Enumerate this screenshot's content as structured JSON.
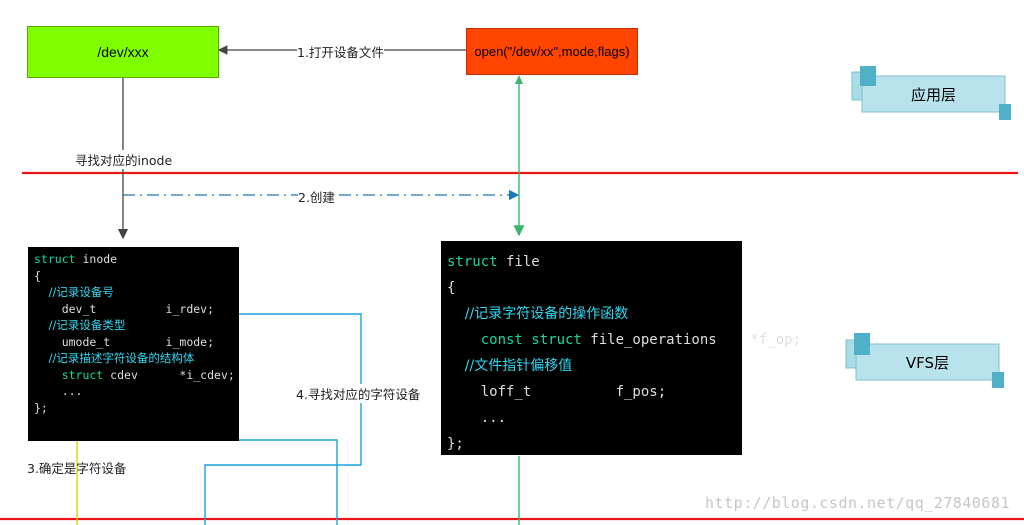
{
  "boxes": {
    "dev_node": "/dev/xxx",
    "open_call": "open(\"/dev/xx\",mode,flags)"
  },
  "labels": {
    "step1": "1.打开设备文件",
    "find_inode": "寻找对应的inode",
    "step2": "2.创建",
    "step3": "3.确定是字符设备",
    "step4": "4.寻找对应的字符设备"
  },
  "layers": {
    "app": "应用层",
    "vfs": "VFS层"
  },
  "inode_code": {
    "line1_kw": "struct",
    "line1_tx": " inode",
    "line2": "{",
    "line3": "    //记录设备号",
    "line4": "    dev_t          i_rdev;",
    "line5": "    //记录设备类型",
    "line6": "    umode_t        i_mode;",
    "line7": "    //记录描述字符设备的结构体",
    "line8_kw": "    struct",
    "line8_tx": " cdev      *i_cdev;",
    "line9": "    ...",
    "line10": "};"
  },
  "file_code": {
    "line1_kw": "struct",
    "line1_tx": " file",
    "line2": "{",
    "line3": "    //记录字符设备的操作函数",
    "line4_kw": "    const struct",
    "line4_tx": " file_operations    *f_op;",
    "line5": "    //文件指针偏移值",
    "line6": "    loff_t          f_pos;",
    "line7": "    ...",
    "line8": "};"
  },
  "watermark": "http://blog.csdn.net/qq_27840681",
  "colors": {
    "dev_box": "#7fff00",
    "open_box": "#ff4500",
    "layer_divider": "#e8161b",
    "dash_arrow": "#1f77b4",
    "green_line": "#3cb371",
    "cyan_line": "#1aa3e0",
    "yellow_line": "#e6d200",
    "layer_tag": "#a8dde8"
  }
}
